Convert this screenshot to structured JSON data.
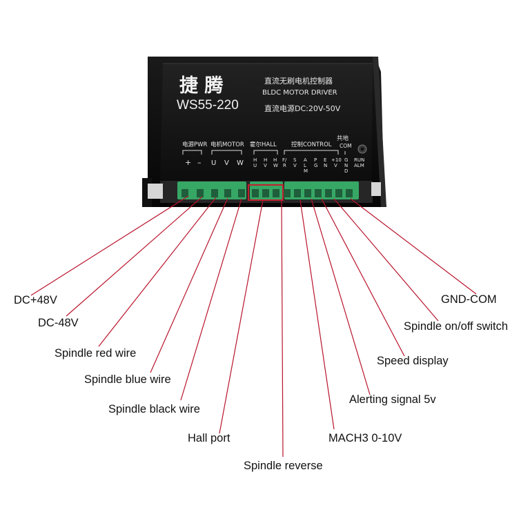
{
  "device": {
    "brand_cn": "捷 腾",
    "model": "WS55-220",
    "title_cn": "直流无刷电机控制器",
    "title_en": "BLDC MOTOR DRIVER",
    "supply": "直流电源DC:20V-50V",
    "groups": {
      "pwr": "电源PWR",
      "motor": "电机MOTOR",
      "hall": "霍尔HALL",
      "control": "控制CONTROL",
      "com_cn": "共地",
      "com_en": "COM"
    },
    "pins": {
      "pwr": [
        "+",
        "–"
      ],
      "motor": [
        "U",
        "V",
        "W"
      ],
      "hall": [
        [
          "H",
          "U"
        ],
        [
          "H",
          "V"
        ],
        [
          "H",
          "W"
        ]
      ],
      "control": [
        [
          "F/",
          "R"
        ],
        [
          "S",
          "V"
        ],
        [
          "A",
          "L",
          "M"
        ],
        [
          "P",
          "G"
        ],
        [
          "E",
          "N"
        ],
        [
          "+10",
          "V"
        ],
        [
          "G",
          "N",
          "D"
        ]
      ],
      "run_alm": [
        "RUN",
        "ALM"
      ]
    }
  },
  "callouts": [
    {
      "label": "DC+48V"
    },
    {
      "label": "DC-48V"
    },
    {
      "label": "Spindle red wire"
    },
    {
      "label": "Spindle blue wire"
    },
    {
      "label": "Spindle black wire"
    },
    {
      "label": "Hall port"
    },
    {
      "label": "Spindle reverse"
    },
    {
      "label": "MACH3 0-10V"
    },
    {
      "label": "Alerting signal 5v"
    },
    {
      "label": "Speed display"
    },
    {
      "label": "Spindle on/off switch"
    },
    {
      "label": "GND-COM"
    }
  ],
  "colors": {
    "body": "#161616",
    "terminal": "#3aa86a",
    "line": "#b8132b",
    "highlight": "#c2202e"
  }
}
